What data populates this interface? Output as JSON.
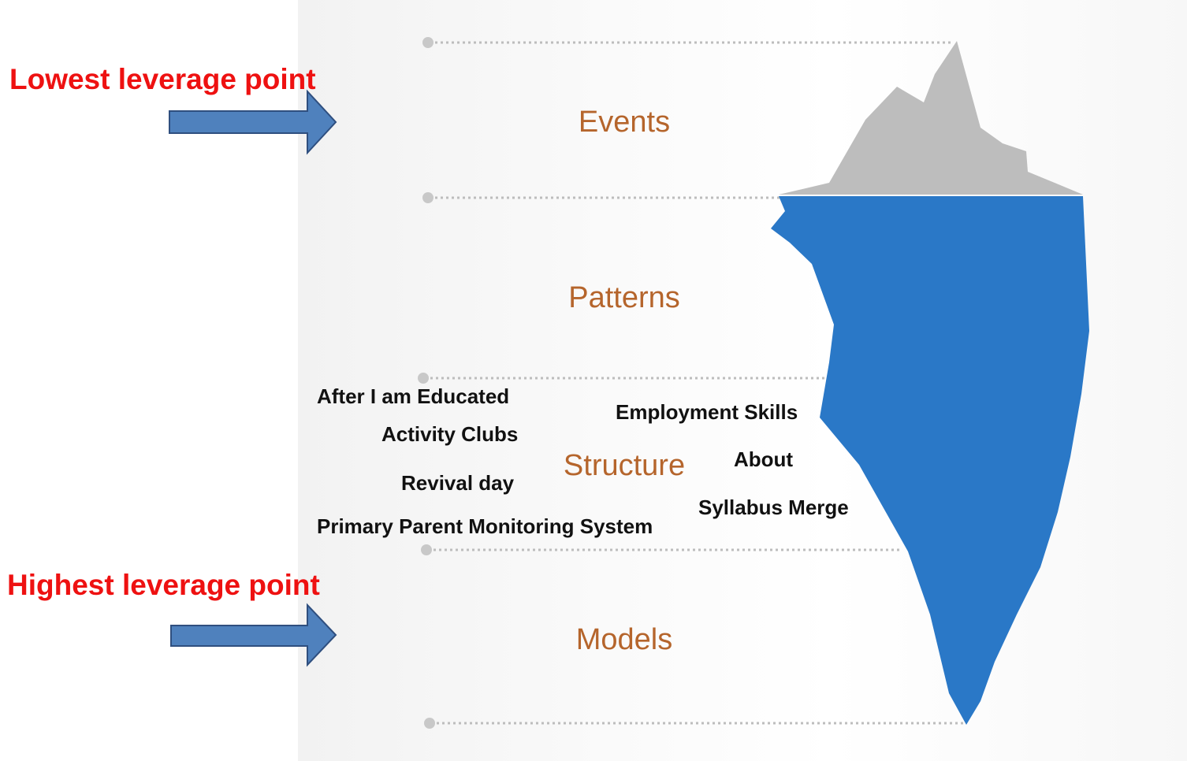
{
  "levels": {
    "events": "Events",
    "patterns": "Patterns",
    "structure": "Structure",
    "models": "Models"
  },
  "side_labels": {
    "lowest": "Lowest leverage point",
    "highest": "Highest leverage point"
  },
  "structure_notes": [
    "After I am Educated",
    "Employment Skills",
    "Activity Clubs",
    "About",
    "Revival day",
    "Syllabus Merge",
    "Primary Parent Monitoring System"
  ],
  "colors": {
    "label": "#b5652c",
    "leverage_text": "#ee1111",
    "arrow_fill": "#4f81bd",
    "arrow_stroke": "#2f4f7f",
    "iceberg_top": "#bdbdbd",
    "iceberg_bottom": "#2a78c7"
  }
}
